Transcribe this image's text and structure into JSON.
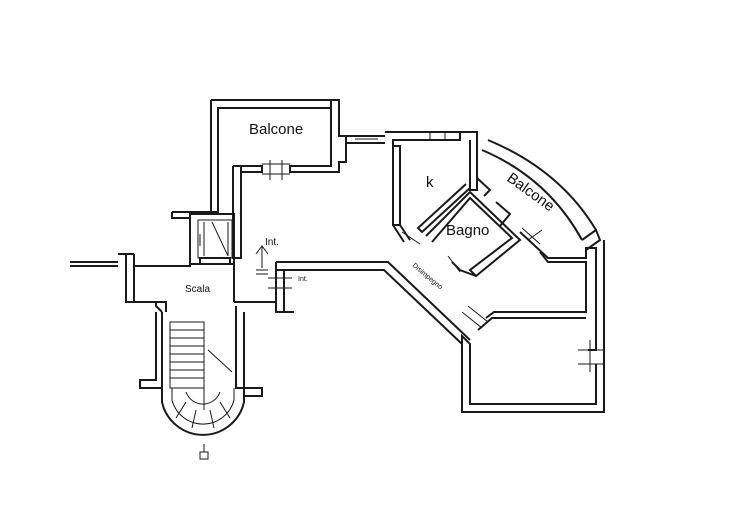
{
  "plan": {
    "labels": {
      "balcone_left": "Balcone",
      "kitchen": "k",
      "balcone_curved": "Balcone",
      "bagno": "Bagno",
      "disimpegno": "Disimpegno",
      "scala": "Scala",
      "int_large": "Int.",
      "int_small": "Int."
    }
  }
}
